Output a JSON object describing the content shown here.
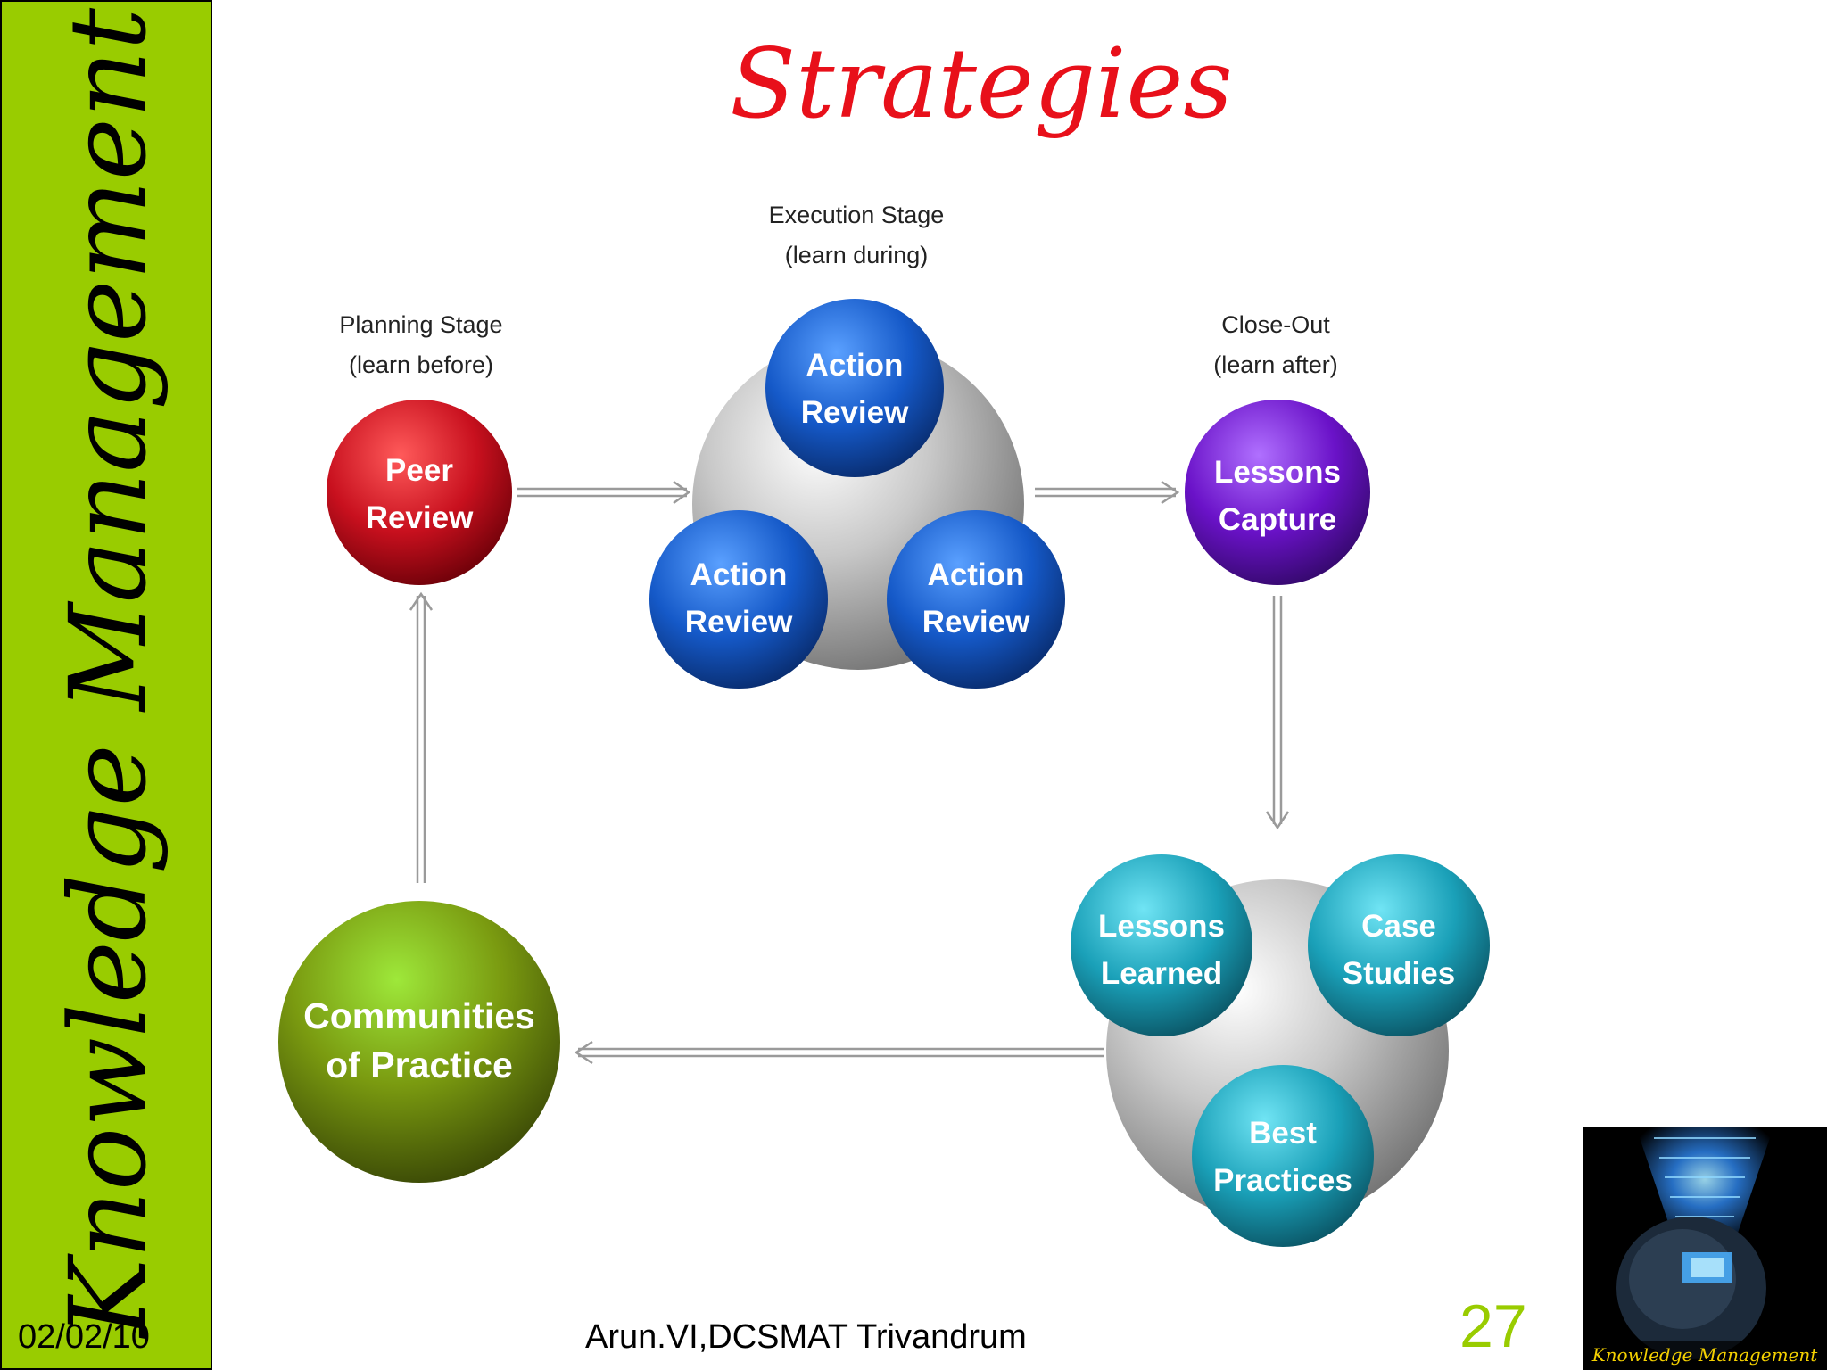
{
  "sidebar": {
    "title": "Knowledge Management"
  },
  "slide": {
    "title": "Strategies"
  },
  "diagram": {
    "stages": {
      "planning": {
        "line1": "Planning Stage",
        "line2": "(learn before)"
      },
      "execution": {
        "line1": "Execution Stage",
        "line2": "(learn during)"
      },
      "closeout": {
        "line1": "Close-Out",
        "line2": "(learn after)"
      }
    },
    "nodes": {
      "peer_review": {
        "line1": "Peer",
        "line2": "Review",
        "color": "#c8101e"
      },
      "action_review_top": {
        "line1": "Action",
        "line2": "Review",
        "color": "#1559c8"
      },
      "action_review_left": {
        "line1": "Action",
        "line2": "Review",
        "color": "#1559c8"
      },
      "action_review_right": {
        "line1": "Action",
        "line2": "Review",
        "color": "#1559c8"
      },
      "lessons_capture": {
        "line1": "Lessons",
        "line2": "Capture",
        "color": "#6a12c8"
      },
      "lessons_learned": {
        "line1": "Lessons",
        "line2": "Learned",
        "color": "#1aa0b8"
      },
      "case_studies": {
        "line1": "Case",
        "line2": "Studies",
        "color": "#1aa0b8"
      },
      "best_practices": {
        "line1": "Best",
        "line2": "Practices",
        "color": "#1aa0b8"
      },
      "communities": {
        "line1": "Communities",
        "line2": "of Practice",
        "color": "#7a9a10"
      }
    }
  },
  "footer": {
    "date": "02/02/10",
    "author": "Arun.VI,DCSMAT Trivandrum",
    "page": "27"
  },
  "logo": {
    "caption": "Knowledge Management"
  },
  "colors": {
    "sidebar": "#99cc00",
    "title": "#e8101a",
    "page_number": "#99cc00"
  }
}
